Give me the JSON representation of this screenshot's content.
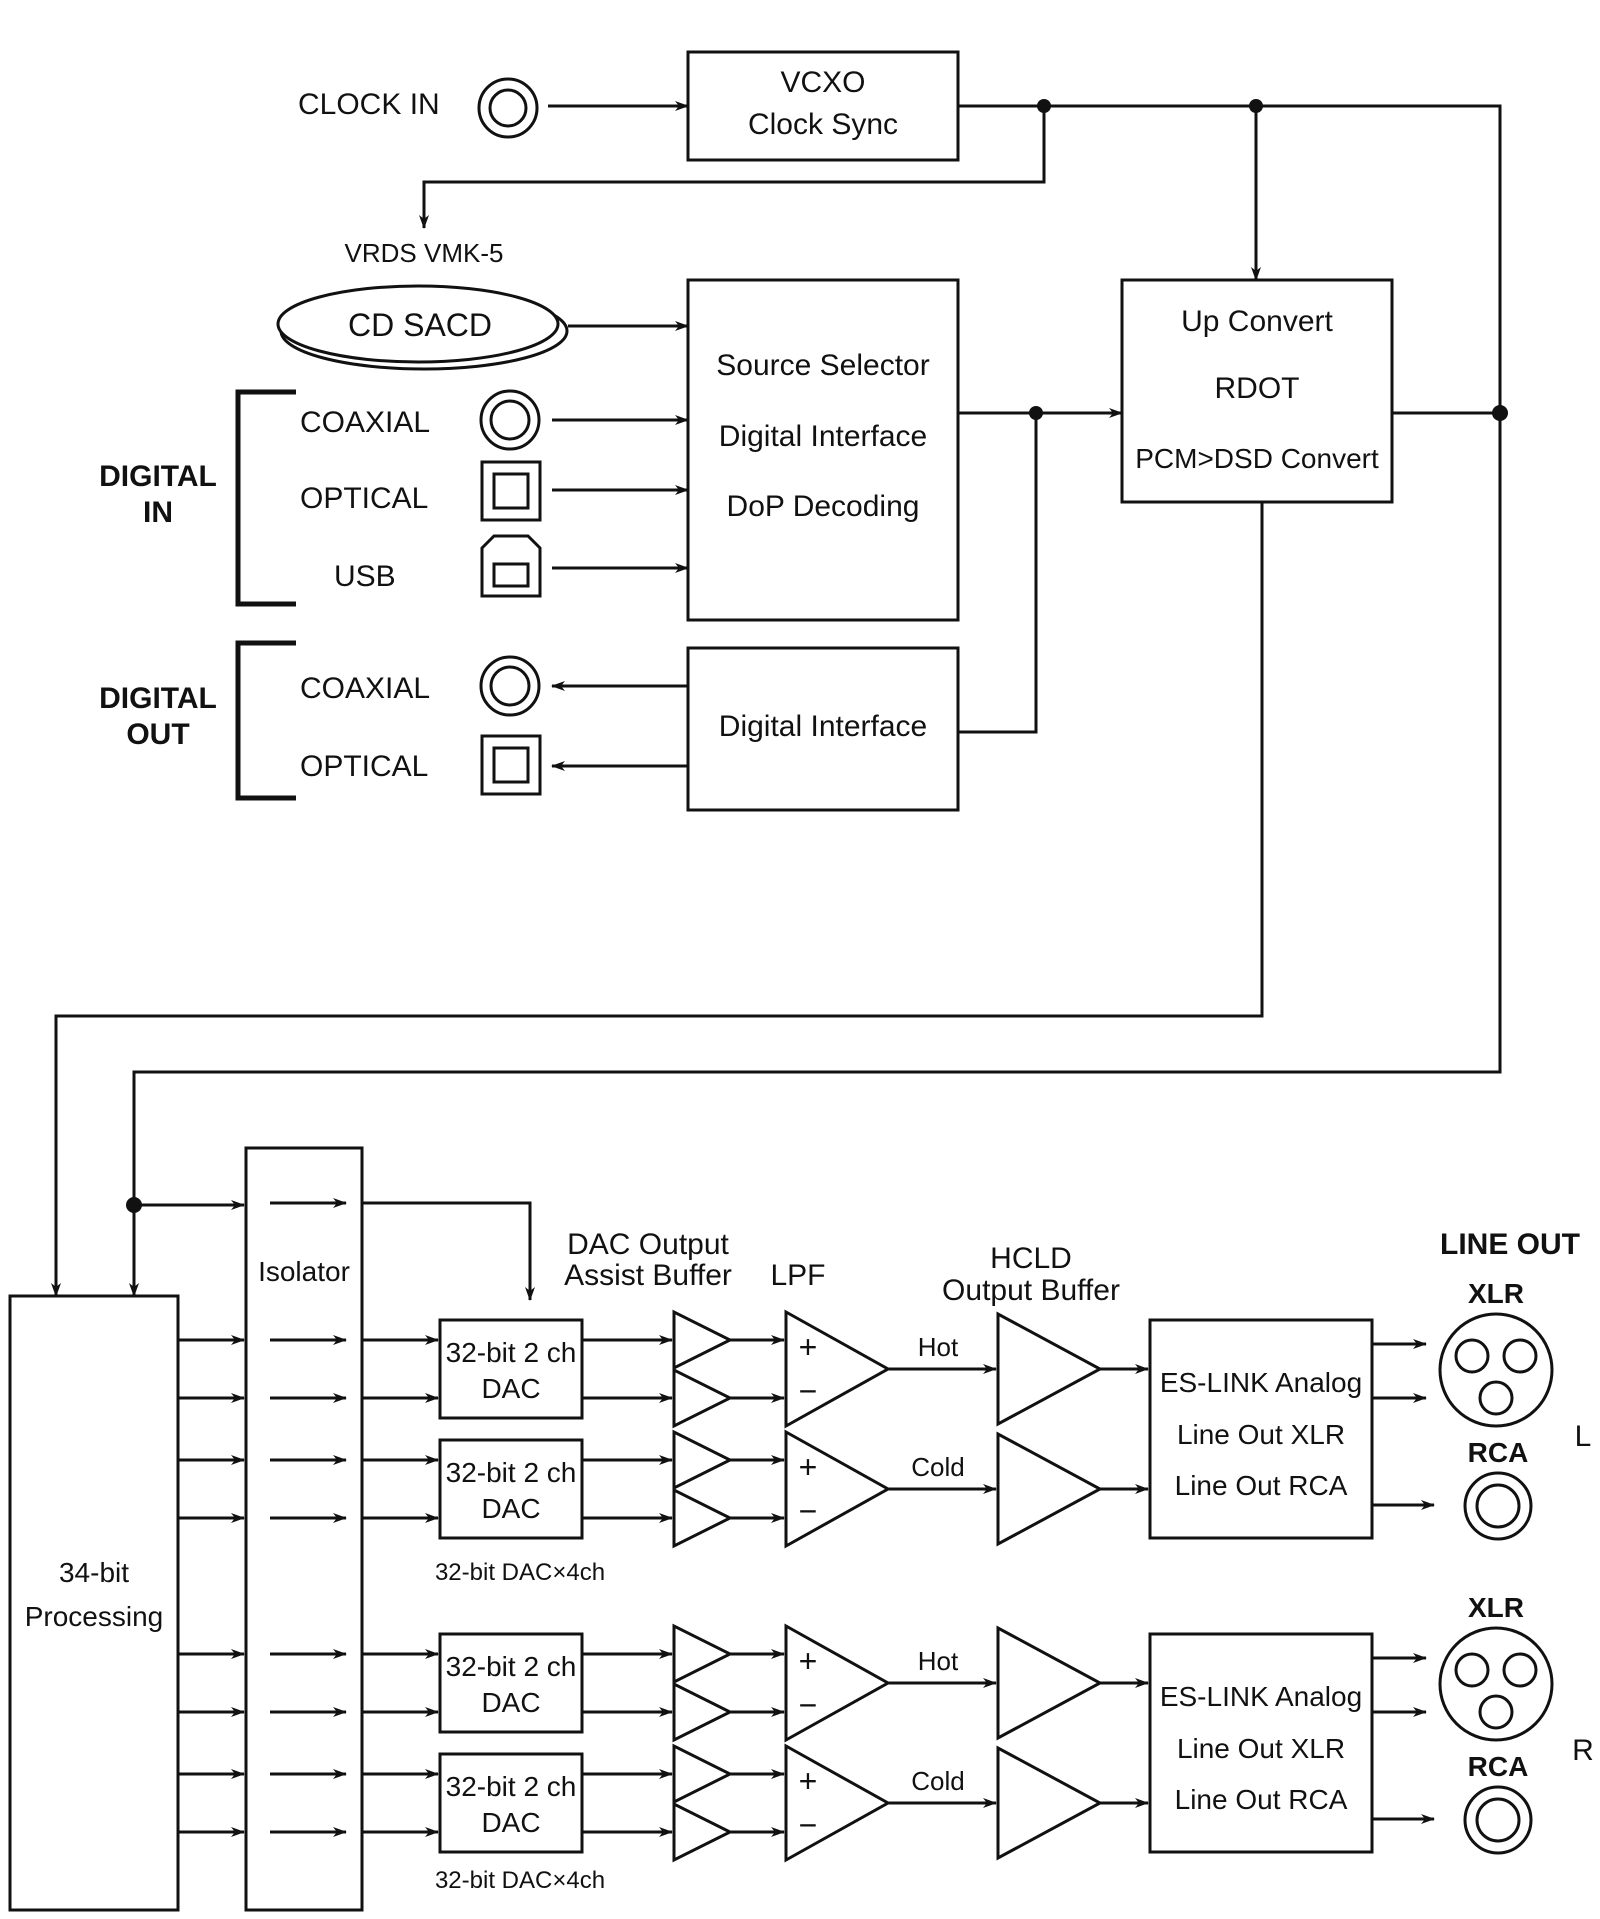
{
  "inputs": {
    "clock_in": "CLOCK IN",
    "drive_label": "VRDS VMK-5",
    "disc_label": "CD  SACD",
    "digital_in_group": [
      "DIGITAL",
      "IN"
    ],
    "digital_in_coaxial": "COAXIAL",
    "digital_in_optical": "OPTICAL",
    "digital_in_usb": "USB",
    "digital_out_group": [
      "DIGITAL",
      "OUT"
    ],
    "digital_out_coaxial": "COAXIAL",
    "digital_out_optical": "OPTICAL"
  },
  "blocks": {
    "vcxo": [
      "VCXO",
      "Clock Sync"
    ],
    "source_selector": [
      "Source Selector",
      "Digital Interface",
      "DoP Decoding"
    ],
    "digital_interface_out": "Digital Interface",
    "up_convert": [
      "Up Convert",
      "RDOT",
      "PCM>DSD Convert"
    ],
    "processing": [
      "34-bit",
      "Processing"
    ],
    "isolator": "Isolator",
    "dac": [
      "32-bit 2 ch",
      "DAC"
    ],
    "dac_note": "32-bit DAC×4ch",
    "es_link": [
      "ES-LINK Analog",
      "Line Out XLR",
      "Line Out RCA"
    ]
  },
  "stage_labels": {
    "dac_output_assist_buffer": [
      "DAC Output",
      "Assist Buffer"
    ],
    "lpf": "LPF",
    "hcld_output_buffer": [
      "HCLD",
      "Output Buffer"
    ],
    "hot": "Hot",
    "cold": "Cold",
    "plus": "+",
    "minus": "−"
  },
  "outputs": {
    "line_out": "LINE OUT",
    "xlr": "XLR",
    "rca": "RCA",
    "left": "L",
    "right": "R"
  }
}
